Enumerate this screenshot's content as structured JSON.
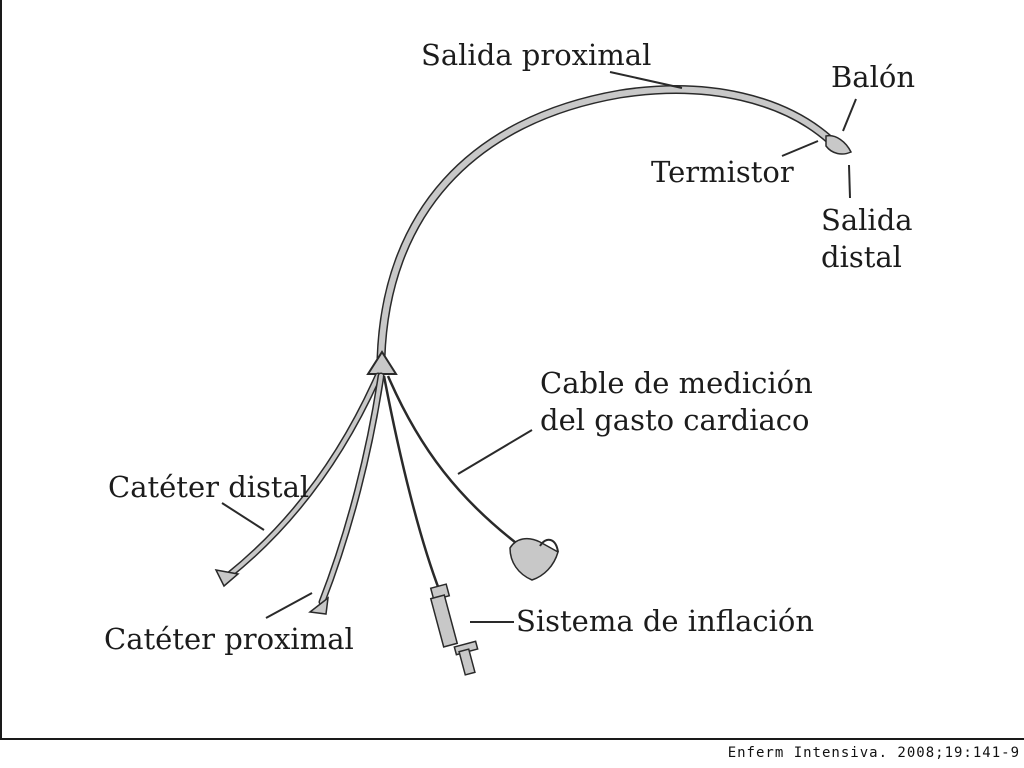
{
  "labels": {
    "salida_proximal": "Salida proximal",
    "balon": "Balón",
    "termistor": "Termistor",
    "salida_distal_line1": "Salida",
    "salida_distal_line2": "distal",
    "cable_line1": "Cable de medición",
    "cable_line2": "del gasto cardiaco",
    "cateter_distal": "Catéter distal",
    "cateter_proximal": "Catéter proximal",
    "sistema_inflacion": "Sistema de inflación"
  },
  "citation": "Enferm Intensiva. 2008;19:141-9",
  "colors": {
    "tube_fill": "#c8c8c8",
    "outline": "#2a2a2a",
    "text": "#1c1c1c"
  }
}
